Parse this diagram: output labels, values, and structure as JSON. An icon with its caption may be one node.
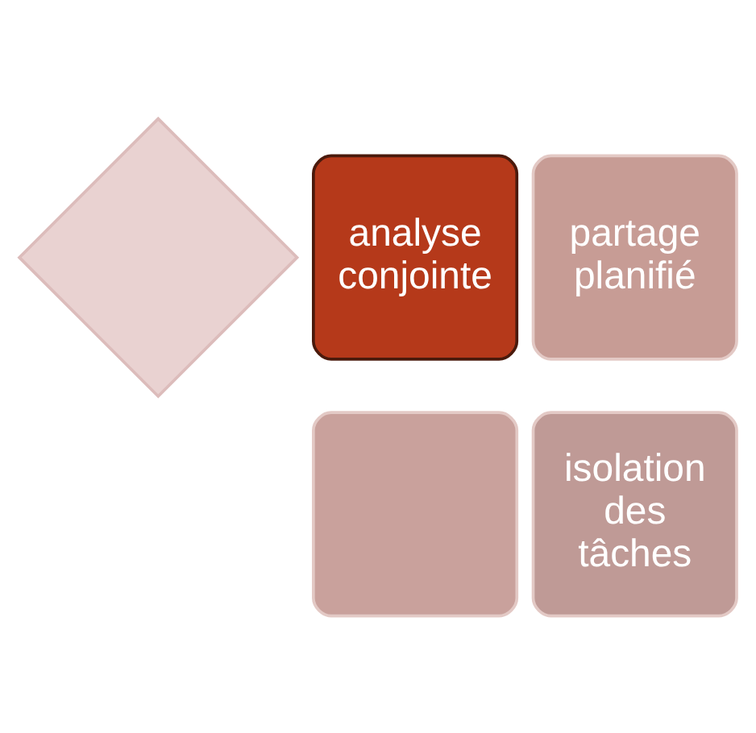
{
  "diagram": {
    "nodes": [
      {
        "text": [],
        "shape": "diamond"
      },
      {
        "text": [
          "analyse conjointe"
        ]
      },
      {
        "text": [
          "partage planifié"
        ]
      },
      {
        "text": [],
        "shape": "box"
      },
      {
        "text": [
          "isolation des tâches"
        ]
      }
    ]
  }
}
